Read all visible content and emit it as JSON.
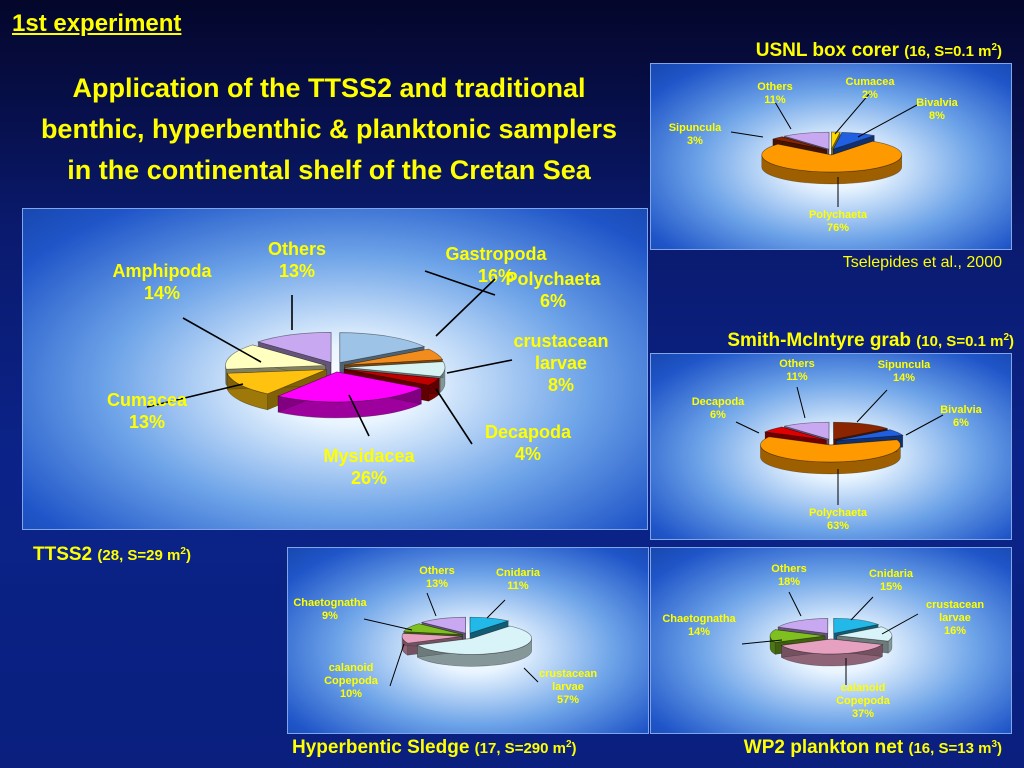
{
  "header": {
    "heading": "1st experiment",
    "title_lines": [
      "Application of the TTSS2 and traditional",
      "benthic, hyperbenthic & planktonic samplers",
      "in the continental shelf of the Cretan Sea"
    ]
  },
  "charts": {
    "ttss2": {
      "caption_main": "TTSS2",
      "caption_detail": "(28, S=29 m",
      "caption_sup": "2",
      "caption_close": ")"
    },
    "usnl": {
      "caption_main": "USNL box corer",
      "caption_detail": "(16, S=0.1 m",
      "caption_sup": "2",
      "caption_close": ")",
      "credit": "Tselepides et al., 2000"
    },
    "smith": {
      "caption_main": "Smith-McIntyre grab",
      "caption_detail": "(10, S=0.1 m",
      "caption_sup": "2",
      "caption_close": ")"
    },
    "sledge": {
      "caption_main": "Hyperbentic Sledge",
      "caption_detail": "(17, S=290 m",
      "caption_sup": "2",
      "caption_close": ")"
    },
    "wp2": {
      "caption_main": "WP2 plankton net",
      "caption_detail": "(16, S=13 m",
      "caption_sup": "3",
      "caption_close": ")"
    }
  },
  "chart_data": [
    {
      "id": "ttss2",
      "type": "pie",
      "title": "TTSS2 (28, S=29 m2)",
      "label_color": "#ffff00",
      "slices": [
        {
          "label": "Gastropoda",
          "value": 16,
          "color": "#9dc3e6"
        },
        {
          "label": "Polychaeta",
          "value": 6,
          "color": "#f28c1c"
        },
        {
          "label": "crustacean larvae",
          "value": 8,
          "color": "#d6f2f2"
        },
        {
          "label": "Decapoda",
          "value": 4,
          "color": "#c00000"
        },
        {
          "label": "Mysidacea",
          "value": 26,
          "color": "#ff00ff"
        },
        {
          "label": "Cumacea",
          "value": 13,
          "color": "#ffc20e"
        },
        {
          "label": "Amphipoda",
          "value": 14,
          "color": "#ffffc0"
        },
        {
          "label": "Others",
          "value": 13,
          "color": "#c9a8f2"
        }
      ]
    },
    {
      "id": "usnl",
      "type": "pie",
      "title": "USNL box corer (16, S=0.1 m2)",
      "label_color": "#ffff00",
      "slices": [
        {
          "label": "Cumacea",
          "value": 2,
          "color": "#ffd700"
        },
        {
          "label": "Bivalvia",
          "value": 8,
          "color": "#1f5fe0"
        },
        {
          "label": "Polychaeta",
          "value": 76,
          "color": "#ff9900"
        },
        {
          "label": "Sipuncula",
          "value": 3,
          "color": "#8b2500"
        },
        {
          "label": "Others",
          "value": 11,
          "color": "#c9a8f2"
        }
      ]
    },
    {
      "id": "smith",
      "type": "pie",
      "title": "Smith-McIntyre grab (10, S=0.1 m2)",
      "label_color": "#ffff00",
      "slices": [
        {
          "label": "Sipuncula",
          "value": 14,
          "color": "#8b2500"
        },
        {
          "label": "Bivalvia",
          "value": 6,
          "color": "#1f5fe0"
        },
        {
          "label": "Polychaeta",
          "value": 63,
          "color": "#ff9900"
        },
        {
          "label": "Decapoda",
          "value": 6,
          "color": "#e00000"
        },
        {
          "label": "Others",
          "value": 11,
          "color": "#c9a8f2"
        }
      ]
    },
    {
      "id": "sledge",
      "type": "pie",
      "title": "Hyperbentic Sledge (17, S=290 m2)",
      "label_color": "#ffff00",
      "slices": [
        {
          "label": "Cnidaria",
          "value": 11,
          "color": "#22b8e8"
        },
        {
          "label": "crustacean larvae",
          "value": 57,
          "color": "#d8f4f8"
        },
        {
          "label": "calanoid Copepoda",
          "value": 10,
          "color": "#e7a1c0"
        },
        {
          "label": "Chaetognatha",
          "value": 9,
          "color": "#7fbf20"
        },
        {
          "label": "Others",
          "value": 13,
          "color": "#c9a8f2"
        }
      ]
    },
    {
      "id": "wp2",
      "type": "pie",
      "title": "WP2 plankton net (16, S=13 m3)",
      "label_color": "#ffff00",
      "slices": [
        {
          "label": "Cnidaria",
          "value": 15,
          "color": "#22b8e8"
        },
        {
          "label": "crustacean larvae",
          "value": 16,
          "color": "#d8f4f8"
        },
        {
          "label": "calanoid Copepoda",
          "value": 37,
          "color": "#e7a1c0"
        },
        {
          "label": "Chaetognatha",
          "value": 14,
          "color": "#7fbf20"
        },
        {
          "label": "Others",
          "value": 18,
          "color": "#c9a8f2"
        }
      ]
    }
  ]
}
